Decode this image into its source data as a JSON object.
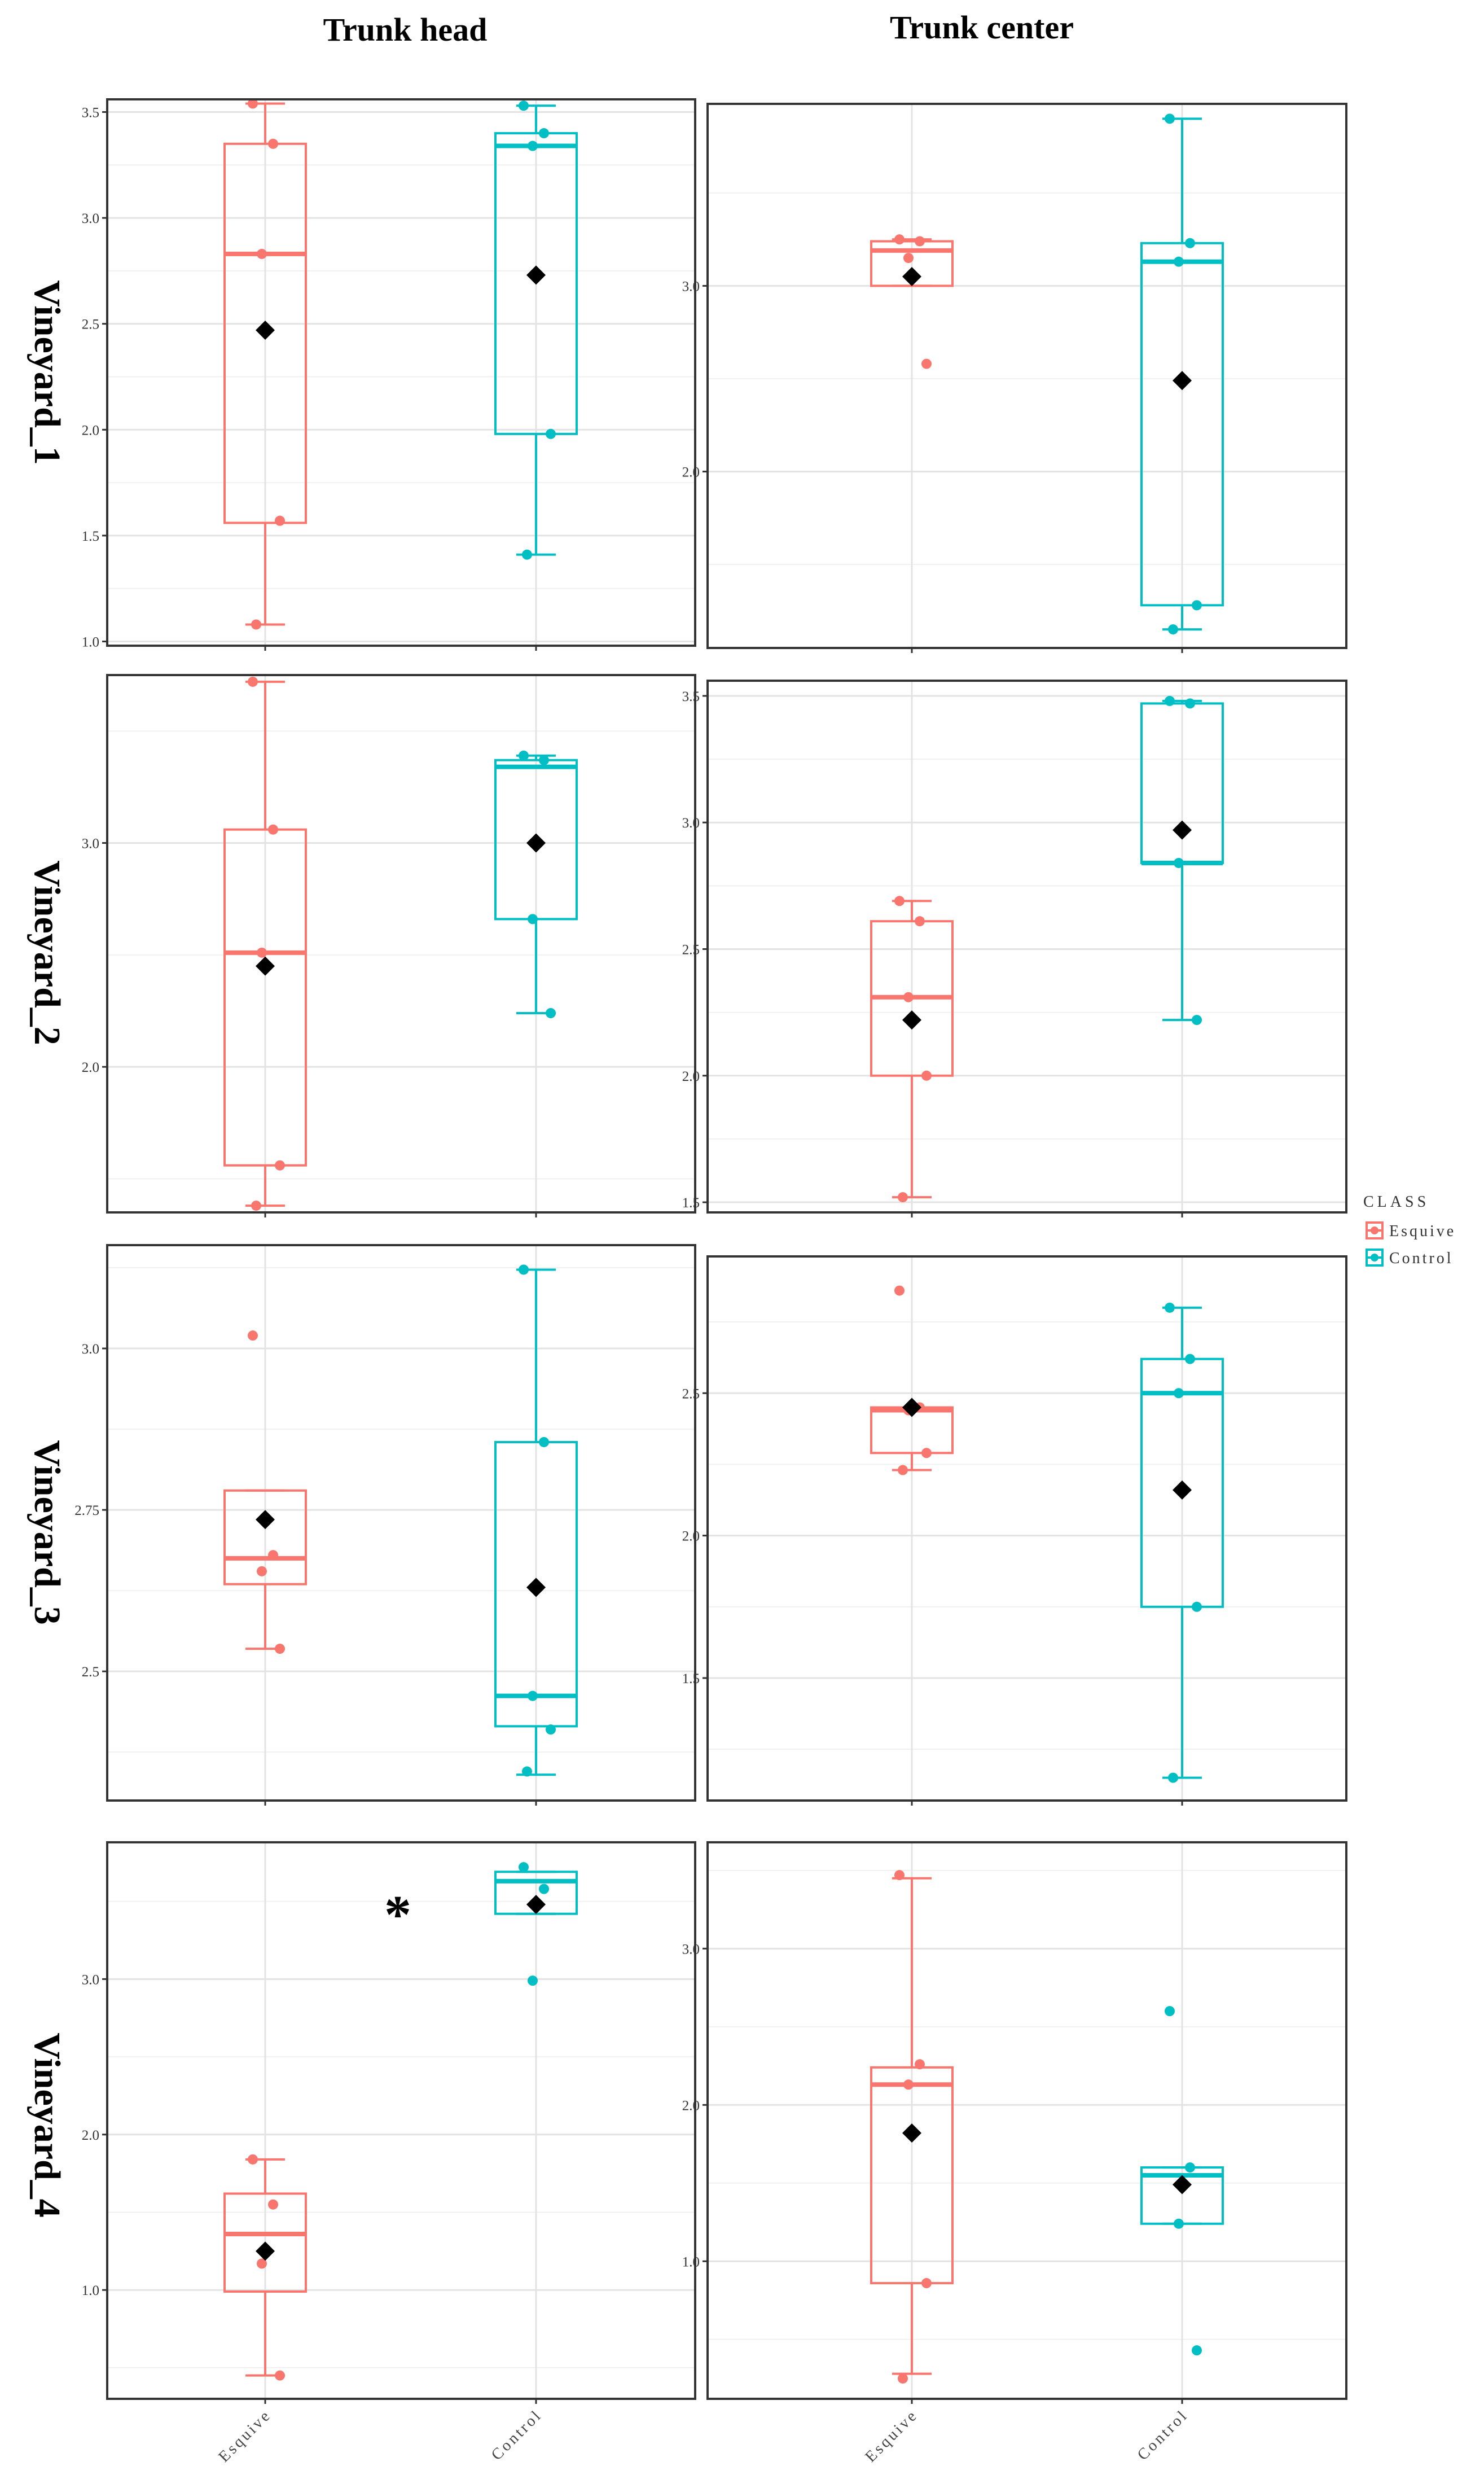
{
  "figure": {
    "col_titles": [
      "Trunk head",
      "Trunk center"
    ],
    "row_titles": [
      "Vineyard_1",
      "Vineyard_2",
      "Vineyard_3",
      "Vineyard_4"
    ]
  },
  "legend": {
    "title": "CLASS",
    "entries": [
      {
        "label": "Esquive",
        "color": "#F8766D"
      },
      {
        "label": "Control",
        "color": "#00BFC4"
      }
    ]
  },
  "chart_data": [
    {
      "type": "box",
      "row": "Vineyard_1",
      "column": "Trunk head",
      "categories": [
        "Esquive",
        "Control"
      ],
      "ylim": [
        0.98,
        3.56
      ],
      "yticks": [
        1.0,
        1.5,
        2.0,
        2.5,
        3.0,
        3.5
      ],
      "ytick_labels": [
        "1.0",
        "1.5",
        "2.0",
        "2.5",
        "3.0",
        "3.5"
      ],
      "series": [
        {
          "name": "Esquive",
          "color": "#F8766D",
          "whisker_low": 1.08,
          "q1": 1.56,
          "median": 2.83,
          "q3": 3.35,
          "whisker_high": 3.54,
          "mean": 2.47,
          "points": [
            3.54,
            3.35,
            2.83,
            1.57,
            1.08
          ]
        },
        {
          "name": "Control",
          "color": "#00BFC4",
          "whisker_low": 1.41,
          "q1": 1.98,
          "median": 3.34,
          "q3": 3.4,
          "whisker_high": 3.53,
          "mean": 2.73,
          "points": [
            3.53,
            3.4,
            3.34,
            1.98,
            1.41
          ]
        }
      ],
      "annotation": ""
    },
    {
      "type": "box",
      "row": "Vineyard_1",
      "column": "Trunk center",
      "categories": [
        "Esquive",
        "Control"
      ],
      "ylim": [
        1.05,
        3.98
      ],
      "yticks": [
        2.0,
        3.0
      ],
      "ytick_labels": [
        "2.0",
        "3.0"
      ],
      "series": [
        {
          "name": "Esquive",
          "color": "#F8766D",
          "whisker_low": 3.0,
          "q1": 3.0,
          "median": 3.19,
          "q3": 3.24,
          "whisker_high": 3.25,
          "mean": 3.05,
          "points": [
            3.25,
            3.24,
            3.15,
            2.58
          ]
        },
        {
          "name": "Control",
          "color": "#00BFC4",
          "whisker_low": 1.15,
          "q1": 1.28,
          "median": 3.13,
          "q3": 3.23,
          "whisker_high": 3.9,
          "mean": 2.49,
          "points": [
            3.9,
            3.23,
            3.13,
            1.28,
            1.15
          ]
        }
      ],
      "annotation": ""
    },
    {
      "type": "box",
      "row": "Vineyard_2",
      "column": "Trunk head",
      "categories": [
        "Esquive",
        "Control"
      ],
      "ylim": [
        1.35,
        3.75
      ],
      "yticks": [
        2.0,
        3.0
      ],
      "ytick_labels": [
        "2.0",
        "3.0"
      ],
      "series": [
        {
          "name": "Esquive",
          "color": "#F8766D",
          "whisker_low": 1.38,
          "q1": 1.56,
          "median": 2.51,
          "q3": 3.06,
          "whisker_high": 3.72,
          "mean": 2.45,
          "points": [
            3.72,
            3.06,
            2.51,
            1.56,
            1.38
          ]
        },
        {
          "name": "Control",
          "color": "#00BFC4",
          "whisker_low": 2.24,
          "q1": 2.66,
          "median": 3.34,
          "q3": 3.37,
          "whisker_high": 3.39,
          "mean": 3.0,
          "points": [
            3.39,
            3.37,
            2.66,
            2.24
          ]
        }
      ],
      "annotation": ""
    },
    {
      "type": "box",
      "row": "Vineyard_2",
      "column": "Trunk center",
      "categories": [
        "Esquive",
        "Control"
      ],
      "ylim": [
        1.46,
        3.56
      ],
      "yticks": [
        1.5,
        2.0,
        2.5,
        3.0,
        3.5
      ],
      "ytick_labels": [
        "1.5",
        "2.0",
        "2.5",
        "3.0",
        "3.5"
      ],
      "series": [
        {
          "name": "Esquive",
          "color": "#F8766D",
          "whisker_low": 1.52,
          "q1": 2.0,
          "median": 2.31,
          "q3": 2.61,
          "whisker_high": 2.69,
          "mean": 2.22,
          "points": [
            2.69,
            2.61,
            2.31,
            2.0,
            1.52
          ]
        },
        {
          "name": "Control",
          "color": "#00BFC4",
          "whisker_low": 2.22,
          "q1": 2.84,
          "median": 2.84,
          "q3": 3.47,
          "whisker_high": 3.48,
          "mean": 2.97,
          "points": [
            3.48,
            3.47,
            2.84,
            2.22
          ]
        }
      ],
      "annotation": ""
    },
    {
      "type": "box",
      "row": "Vineyard_3",
      "column": "Trunk head",
      "categories": [
        "Esquive",
        "Control"
      ],
      "ylim": [
        2.3,
        3.16
      ],
      "yticks": [
        2.5,
        2.75,
        3.0
      ],
      "ytick_labels": [
        "2.5",
        "2.75",
        "3.0"
      ],
      "series": [
        {
          "name": "Esquive",
          "color": "#F8766D",
          "whisker_low": 2.535,
          "q1": 2.635,
          "median": 2.675,
          "q3": 2.78,
          "whisker_high": 2.78,
          "mean": 2.735,
          "points": [
            3.02,
            2.68,
            2.655,
            2.535
          ]
        },
        {
          "name": "Control",
          "color": "#00BFC4",
          "whisker_low": 2.34,
          "q1": 2.415,
          "median": 2.462,
          "q3": 2.855,
          "whisker_high": 3.122,
          "mean": 2.63,
          "points": [
            3.122,
            2.855,
            2.462,
            2.41,
            2.345
          ]
        }
      ],
      "annotation": ""
    },
    {
      "type": "box",
      "row": "Vineyard_3",
      "column": "Trunk center",
      "categories": [
        "Esquive",
        "Control"
      ],
      "ylim": [
        1.07,
        2.98
      ],
      "yticks": [
        1.5,
        2.0,
        2.5
      ],
      "ytick_labels": [
        "1.5",
        "2.0",
        "2.5"
      ],
      "series": [
        {
          "name": "Esquive",
          "color": "#F8766D",
          "whisker_low": 2.23,
          "q1": 2.29,
          "median": 2.44,
          "q3": 2.45,
          "whisker_high": 2.45,
          "mean": 2.45,
          "points": [
            2.86,
            2.45,
            2.44,
            2.29,
            2.23
          ]
        },
        {
          "name": "Control",
          "color": "#00BFC4",
          "whisker_low": 1.15,
          "q1": 1.75,
          "median": 2.5,
          "q3": 2.62,
          "whisker_high": 2.8,
          "mean": 2.16,
          "points": [
            2.8,
            2.62,
            2.5,
            1.75,
            1.15
          ]
        }
      ],
      "annotation": ""
    },
    {
      "type": "box",
      "row": "Vineyard_4",
      "column": "Trunk head",
      "categories": [
        "Esquive",
        "Control"
      ],
      "ylim": [
        0.3,
        3.88
      ],
      "yticks": [
        1.0,
        2.0,
        3.0
      ],
      "ytick_labels": [
        "1.0",
        "2.0",
        "3.0"
      ],
      "series": [
        {
          "name": "Esquive",
          "color": "#F8766D",
          "whisker_low": 0.45,
          "q1": 0.99,
          "median": 1.36,
          "q3": 1.62,
          "whisker_high": 1.84,
          "mean": 1.25,
          "points": [
            1.84,
            1.55,
            1.17,
            0.45
          ]
        },
        {
          "name": "Control",
          "color": "#00BFC4",
          "whisker_low": 3.42,
          "q1": 3.42,
          "median": 3.63,
          "q3": 3.69,
          "whisker_high": 3.69,
          "mean": 3.48,
          "points": [
            3.72,
            3.58,
            2.99
          ]
        }
      ],
      "annotation": "*"
    },
    {
      "type": "box",
      "row": "Vineyard_4",
      "column": "Trunk center",
      "categories": [
        "Esquive",
        "Control"
      ],
      "ylim": [
        0.12,
        3.68
      ],
      "yticks": [
        1.0,
        2.0,
        3.0
      ],
      "ytick_labels": [
        "1.0",
        "2.0",
        "3.0"
      ],
      "series": [
        {
          "name": "Esquive",
          "color": "#F8766D",
          "whisker_low": 0.28,
          "q1": 0.86,
          "median": 2.13,
          "q3": 2.24,
          "whisker_high": 3.45,
          "mean": 1.82,
          "points": [
            3.47,
            2.26,
            2.13,
            0.86,
            0.25
          ]
        },
        {
          "name": "Control",
          "color": "#00BFC4",
          "whisker_low": 1.24,
          "q1": 1.24,
          "median": 1.55,
          "q3": 1.6,
          "whisker_high": 1.6,
          "mean": 1.49,
          "points": [
            2.6,
            1.6,
            1.24,
            0.43
          ]
        }
      ],
      "annotation": ""
    }
  ]
}
